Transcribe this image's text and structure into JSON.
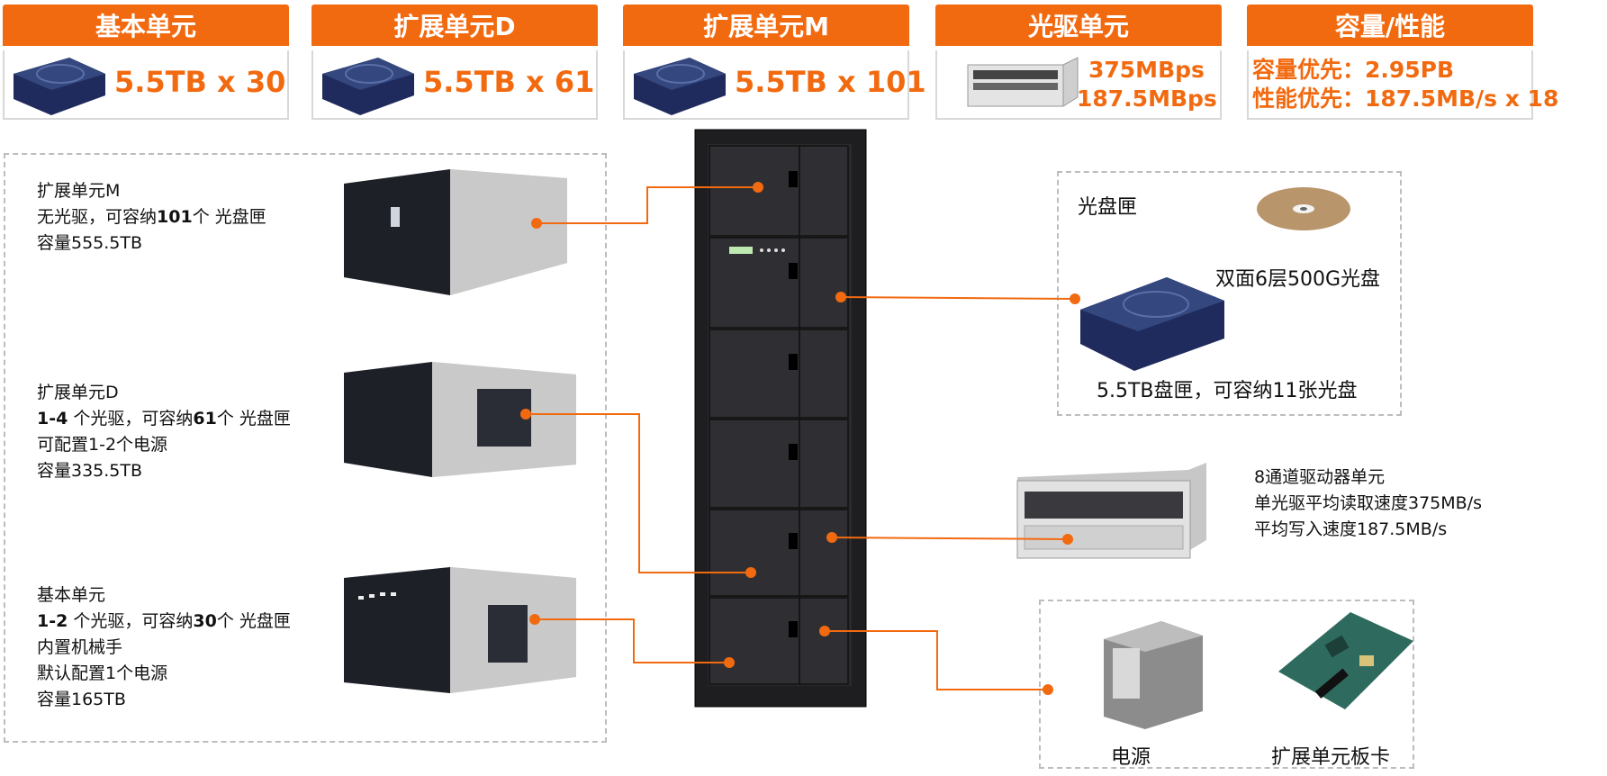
{
  "cards": [
    {
      "title": "基本单元",
      "value": "5.5TB x 30"
    },
    {
      "title": "扩展单元D",
      "value": "5.5TB x 61"
    },
    {
      "title": "扩展单元M",
      "value": "5.5TB x 101"
    },
    {
      "title": "光驱单元",
      "value1": "375MBps",
      "value2": "187.5MBps"
    },
    {
      "title": "容量/性能",
      "value1": "容量优先：2.95PB",
      "value2": "性能优先：187.5MB/s x 18"
    }
  ],
  "units": {
    "m": {
      "title": "扩展单元M",
      "l2_pre": "无光驱，可容纳",
      "l2_num": "101",
      "l2_post": "个 光盘匣",
      "l3": "容量555.5TB"
    },
    "d": {
      "title": "扩展单元D",
      "l2_pre": "1-4",
      "l2_mid": " 个光驱，可容纳",
      "l2_num": "61",
      "l2_post": "个 光盘匣",
      "l3": "可配置1-2个电源",
      "l4": "容量335.5TB"
    },
    "b": {
      "title": "基本单元",
      "l2_pre": "1-2",
      "l2_mid": " 个光驱，可容纳",
      "l2_num": "30",
      "l2_post": "个 光盘匣",
      "l3": "内置机械手",
      "l4": "默认配置1个电源",
      "l5": "容量165TB"
    }
  },
  "cartridge": {
    "title": "光盘匣",
    "disc": "双面6层500G光盘",
    "desc": "5.5TB盘匣，可容纳11张光盘"
  },
  "drive": {
    "l1": "8通道驱动器单元",
    "l2": "单光驱平均读取速度375MB/s",
    "l3": "平均写入速度187.5MB/s"
  },
  "parts": {
    "power": "电源",
    "board": "扩展单元板卡"
  },
  "colors": {
    "accent": "#f26a10",
    "rack": "#1e1e20",
    "cartridge": "#1f2b5c"
  }
}
